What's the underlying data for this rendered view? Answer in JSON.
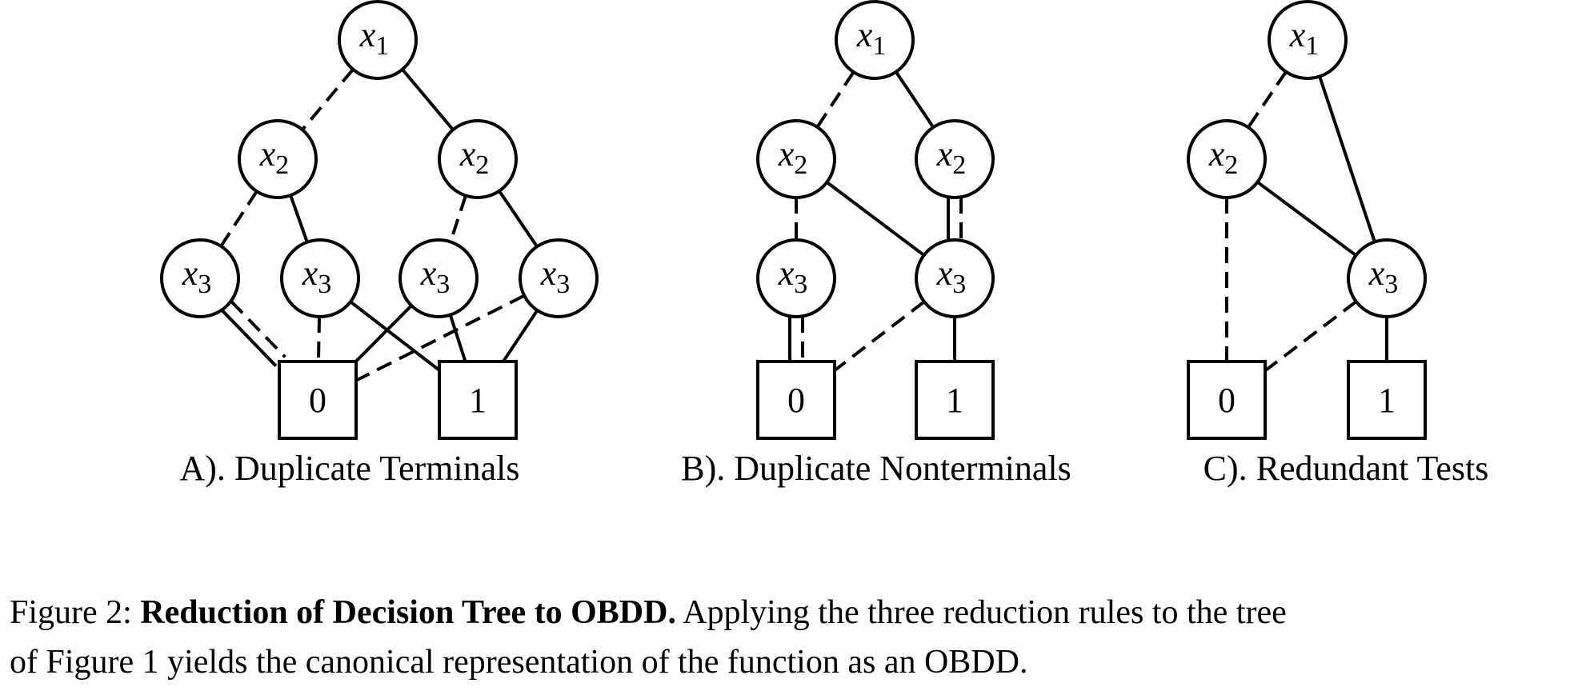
{
  "diagrams": [
    {
      "label": "A). Duplicate Terminals",
      "nodes": [
        {
          "id": "x1",
          "kind": "var",
          "var": "x",
          "sub": "1"
        },
        {
          "id": "x2a",
          "kind": "var",
          "var": "x",
          "sub": "2"
        },
        {
          "id": "x2b",
          "kind": "var",
          "var": "x",
          "sub": "2"
        },
        {
          "id": "x3a",
          "kind": "var",
          "var": "x",
          "sub": "3"
        },
        {
          "id": "x3b",
          "kind": "var",
          "var": "x",
          "sub": "3"
        },
        {
          "id": "x3c",
          "kind": "var",
          "var": "x",
          "sub": "3"
        },
        {
          "id": "x3d",
          "kind": "var",
          "var": "x",
          "sub": "3"
        },
        {
          "id": "t0",
          "kind": "terminal",
          "value": "0"
        },
        {
          "id": "t1",
          "kind": "terminal",
          "value": "1"
        }
      ],
      "edges": [
        {
          "from": "x1",
          "to": "x2a",
          "style": "dashed"
        },
        {
          "from": "x1",
          "to": "x2b",
          "style": "solid"
        },
        {
          "from": "x2a",
          "to": "x3a",
          "style": "dashed"
        },
        {
          "from": "x2a",
          "to": "x3b",
          "style": "solid"
        },
        {
          "from": "x2b",
          "to": "x3c",
          "style": "dashed"
        },
        {
          "from": "x2b",
          "to": "x3d",
          "style": "solid"
        },
        {
          "from": "x3a",
          "to": "t0",
          "style": "dashed"
        },
        {
          "from": "x3a",
          "to": "t0",
          "style": "solid"
        },
        {
          "from": "x3b",
          "to": "t0",
          "style": "dashed"
        },
        {
          "from": "x3b",
          "to": "t1",
          "style": "solid"
        },
        {
          "from": "x3c",
          "to": "t0",
          "style": "solid"
        },
        {
          "from": "x3c",
          "to": "t1",
          "style": "solid"
        },
        {
          "from": "x3d",
          "to": "t0",
          "style": "dashed"
        },
        {
          "from": "x3d",
          "to": "t1",
          "style": "solid"
        }
      ]
    },
    {
      "label": "B). Duplicate Nonterminals",
      "nodes": [
        {
          "id": "x1",
          "kind": "var",
          "var": "x",
          "sub": "1"
        },
        {
          "id": "x2a",
          "kind": "var",
          "var": "x",
          "sub": "2"
        },
        {
          "id": "x2b",
          "kind": "var",
          "var": "x",
          "sub": "2"
        },
        {
          "id": "x3a",
          "kind": "var",
          "var": "x",
          "sub": "3"
        },
        {
          "id": "x3b",
          "kind": "var",
          "var": "x",
          "sub": "3"
        },
        {
          "id": "t0",
          "kind": "terminal",
          "value": "0"
        },
        {
          "id": "t1",
          "kind": "terminal",
          "value": "1"
        }
      ],
      "edges": [
        {
          "from": "x1",
          "to": "x2a",
          "style": "dashed"
        },
        {
          "from": "x1",
          "to": "x2b",
          "style": "solid"
        },
        {
          "from": "x2a",
          "to": "x3a",
          "style": "dashed"
        },
        {
          "from": "x2a",
          "to": "x3b",
          "style": "solid"
        },
        {
          "from": "x2b",
          "to": "x3b",
          "style": "dashed"
        },
        {
          "from": "x2b",
          "to": "x3b",
          "style": "solid"
        },
        {
          "from": "x3a",
          "to": "t0",
          "style": "dashed"
        },
        {
          "from": "x3a",
          "to": "t0",
          "style": "solid"
        },
        {
          "from": "x3b",
          "to": "t0",
          "style": "dashed"
        },
        {
          "from": "x3b",
          "to": "t1",
          "style": "solid"
        }
      ]
    },
    {
      "label": "C). Redundant Tests",
      "nodes": [
        {
          "id": "x1",
          "kind": "var",
          "var": "x",
          "sub": "1"
        },
        {
          "id": "x2",
          "kind": "var",
          "var": "x",
          "sub": "2"
        },
        {
          "id": "x3",
          "kind": "var",
          "var": "x",
          "sub": "3"
        },
        {
          "id": "t0",
          "kind": "terminal",
          "value": "0"
        },
        {
          "id": "t1",
          "kind": "terminal",
          "value": "1"
        }
      ],
      "edges": [
        {
          "from": "x1",
          "to": "x2",
          "style": "dashed"
        },
        {
          "from": "x1",
          "to": "x3",
          "style": "solid"
        },
        {
          "from": "x2",
          "to": "t0",
          "style": "dashed"
        },
        {
          "from": "x2",
          "to": "x3",
          "style": "solid"
        },
        {
          "from": "x3",
          "to": "t0",
          "style": "dashed"
        },
        {
          "from": "x3",
          "to": "t1",
          "style": "solid"
        }
      ]
    }
  ],
  "caption": {
    "prefix": "Figure 2: ",
    "title": "Reduction of Decision Tree to OBDD.",
    "line1_rest": " Applying the three reduction rules to the tree",
    "line2": "of Figure 1 yields the canonical representation of the function as an OBDD."
  }
}
